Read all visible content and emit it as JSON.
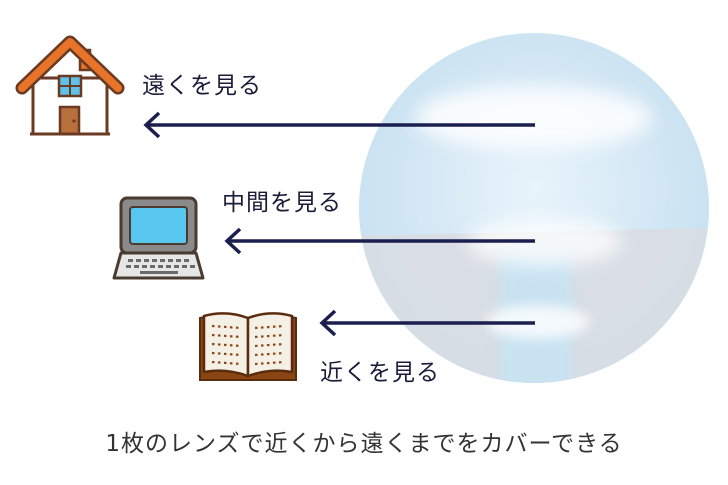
{
  "labels": {
    "far": "遠くを見る",
    "middle": "中間を見る",
    "near": "近くを見る"
  },
  "caption": "1枚のレンズで近くから遠くまでをカバーできる",
  "icons": {
    "far": "house-icon",
    "middle": "laptop-icon",
    "near": "open-book-icon"
  },
  "colors": {
    "arrow": "#1b1f4f",
    "house_roof": "#e8742a",
    "house_outline": "#6b3a22",
    "house_window": "#5fc0e8",
    "house_door": "#b8703c",
    "laptop_screen": "#58c7f0",
    "laptop_body": "#e6e6e6",
    "book_page": "#f4f0e6",
    "book_cover": "#8b4513",
    "lens": "#c9e4f2"
  }
}
